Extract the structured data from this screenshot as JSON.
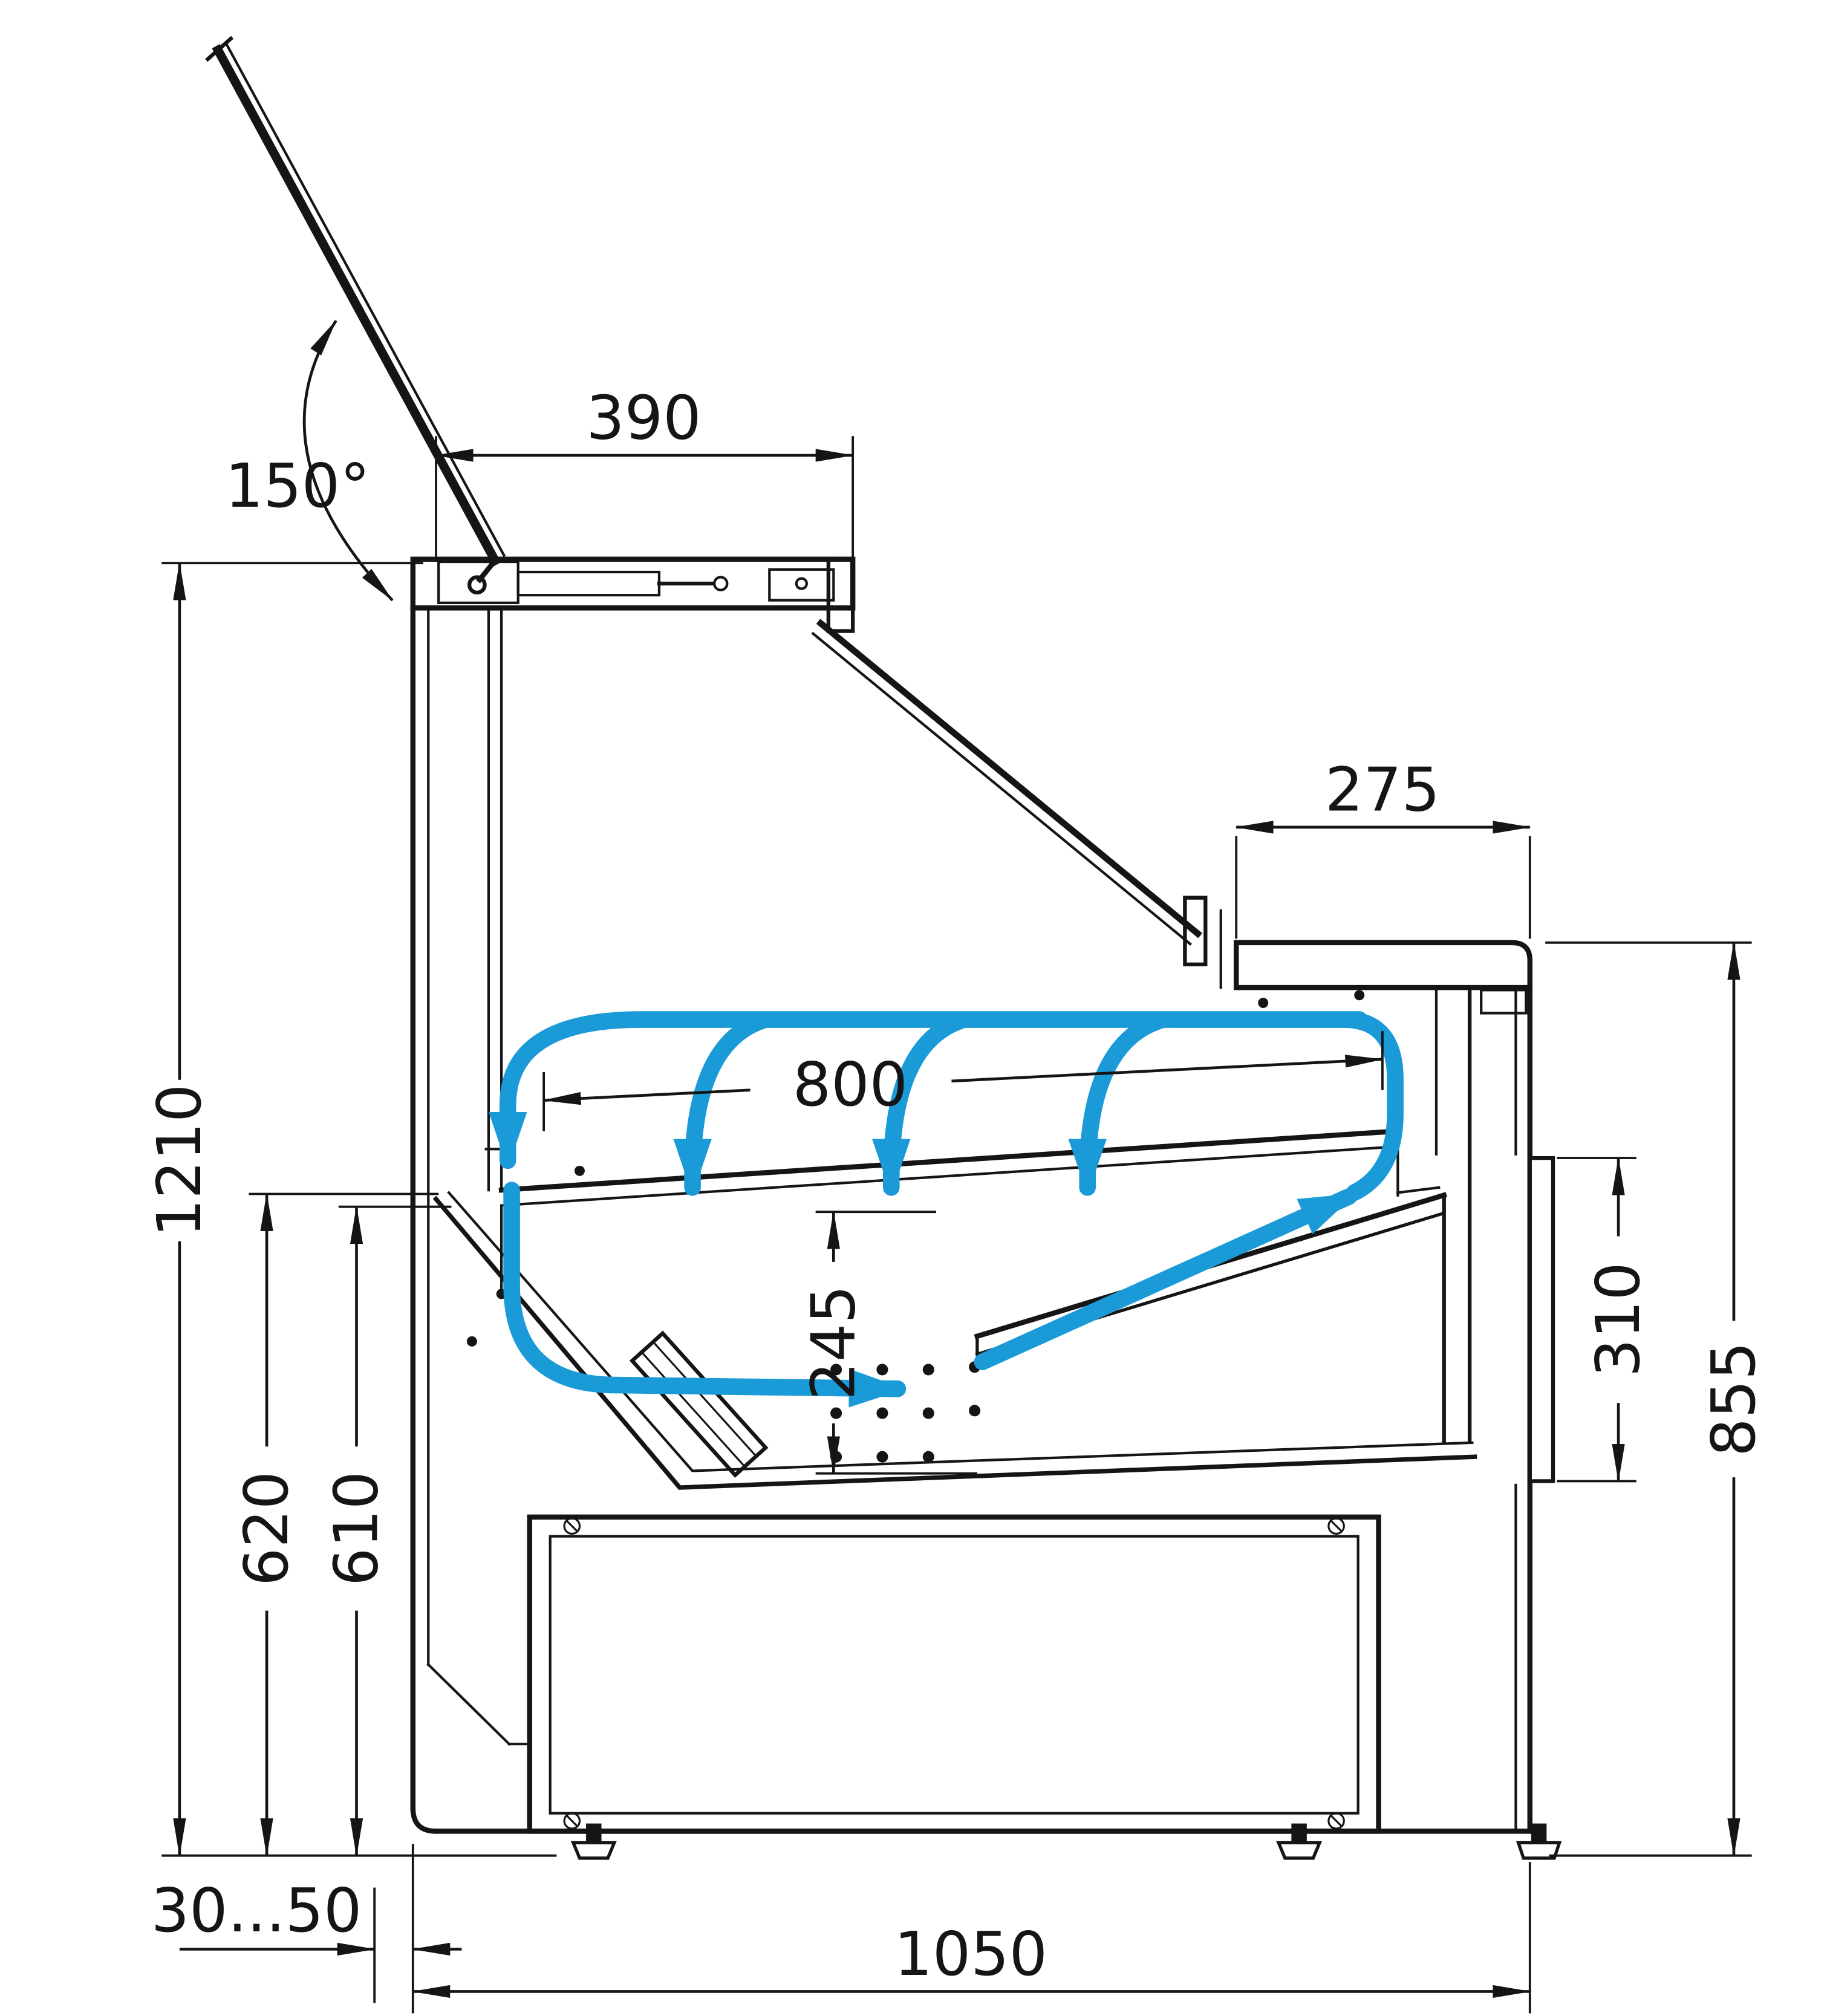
{
  "diagram": {
    "type": "technical-drawing",
    "subject": "refrigerated display case side cross-section with airflow circulation",
    "colors": {
      "line": "#151515",
      "airflow": "#1A9BD7",
      "background": "#FFFFFF"
    },
    "dimensions": {
      "lid_angle": "150°",
      "canopy_depth": "390",
      "counter_top_depth": "275",
      "deck_length": "800",
      "overall_height": "1210",
      "well_height": "245",
      "front_panel_height": "310",
      "front_height": "855",
      "deck_height_back": "620",
      "deck_height_front": "610",
      "wall_clearance": "30...50",
      "base_depth": "1050"
    }
  }
}
